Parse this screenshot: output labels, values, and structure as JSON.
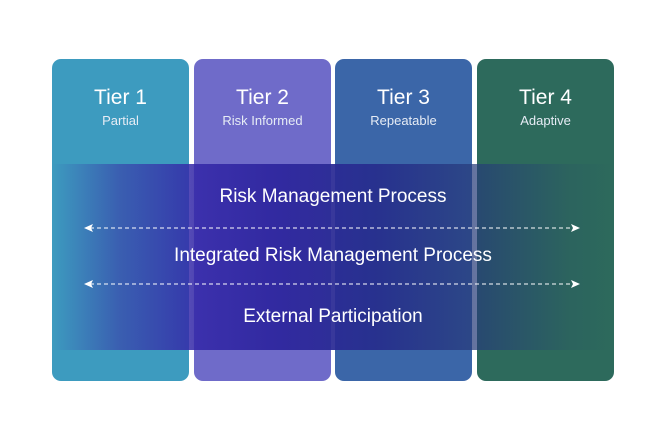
{
  "tiers": [
    {
      "title": "Tier 1",
      "subtitle": "Partial",
      "color": "#3d9bbf"
    },
    {
      "title": "Tier 2",
      "subtitle": "Risk Informed",
      "color": "#6f6bc9"
    },
    {
      "title": "Tier 3",
      "subtitle": "Repeatable",
      "color": "#3b66a8"
    },
    {
      "title": "Tier 4",
      "subtitle": "Adaptive",
      "color": "#2d6a5c"
    }
  ],
  "processes": [
    "Risk Management Process",
    "Integrated Risk Management Process",
    "External Participation"
  ]
}
